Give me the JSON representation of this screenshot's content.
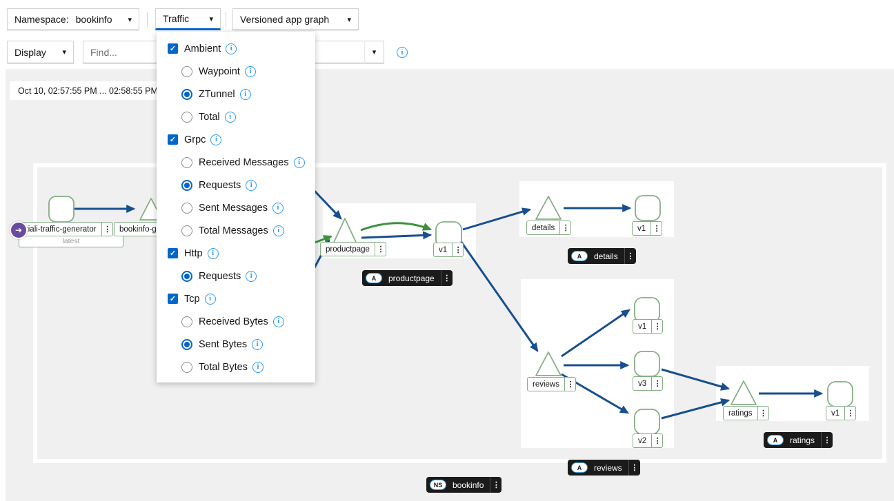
{
  "toolbar": {
    "namespace_label": "Namespace:",
    "namespace_value": "bookinfo",
    "traffic_label": "Traffic",
    "graph_type_value": "Versioned app graph",
    "display_label": "Display",
    "find_placeholder": "Find..."
  },
  "traffic_menu": {
    "groups": [
      {
        "label": "Ambient",
        "checked": true,
        "options": [
          {
            "label": "Waypoint",
            "selected": false
          },
          {
            "label": "ZTunnel",
            "selected": true
          },
          {
            "label": "Total",
            "selected": false
          }
        ]
      },
      {
        "label": "Grpc",
        "checked": true,
        "options": [
          {
            "label": "Received Messages",
            "selected": false
          },
          {
            "label": "Requests",
            "selected": true
          },
          {
            "label": "Sent Messages",
            "selected": false
          },
          {
            "label": "Total Messages",
            "selected": false
          }
        ]
      },
      {
        "label": "Http",
        "checked": true,
        "options": [
          {
            "label": "Requests",
            "selected": true
          }
        ]
      },
      {
        "label": "Tcp",
        "checked": true,
        "options": [
          {
            "label": "Received Bytes",
            "selected": false
          },
          {
            "label": "Sent Bytes",
            "selected": true
          },
          {
            "label": "Total Bytes",
            "selected": false
          }
        ]
      }
    ]
  },
  "timebar": {
    "range": "Oct 10, 02:57:55 PM ... 02:58:55 PM"
  },
  "graph": {
    "namespace_badge": {
      "type": "NS",
      "label": "bookinfo"
    },
    "badges": {
      "productpage": "productpage",
      "details": "details",
      "reviews": "reviews",
      "ratings": "ratings",
      "app_letter": "A"
    },
    "nodes": {
      "traffic_generator": {
        "label": "kiali-traffic-generator",
        "version": "latest"
      },
      "gateway": {
        "label": "bookinfo-ga"
      },
      "productpage": {
        "app": "productpage",
        "versions": [
          "v1"
        ]
      },
      "details": {
        "app": "details",
        "versions": [
          "v1"
        ]
      },
      "reviews": {
        "app": "reviews",
        "versions": [
          "v1",
          "v3",
          "v2"
        ]
      },
      "ratings": {
        "app": "ratings",
        "versions": [
          "v1"
        ]
      }
    },
    "colors": {
      "edge_tcp_blue": "#174f8f",
      "edge_http_green": "#3d913d",
      "node_border_green": "#84ae84",
      "badge_bg": "#1b1b1b",
      "root_badge_purple": "#6a4b9f",
      "accent_blue": "#0066cc",
      "info_blue": "#2b9af3"
    },
    "icons": {
      "kebab": "⋮",
      "caret_down": "▾",
      "check": "✓",
      "info": "i",
      "root_arrow": "➔"
    }
  }
}
